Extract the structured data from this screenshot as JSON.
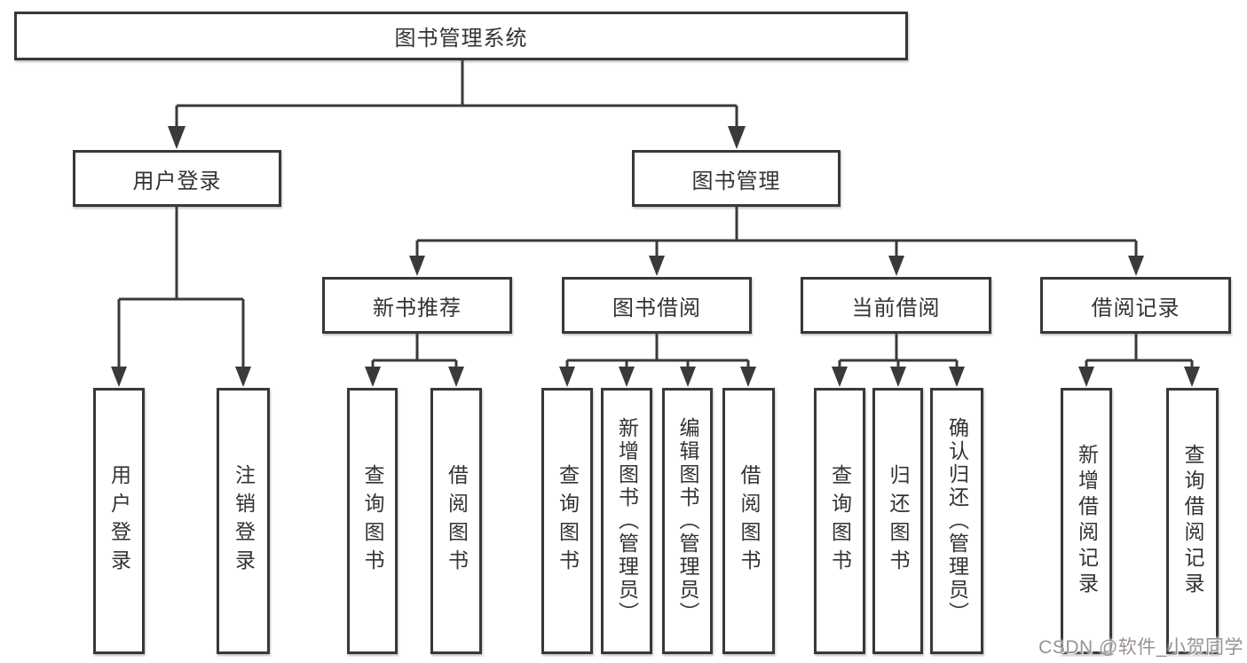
{
  "diagram": {
    "title": "图书管理系统",
    "tree": {
      "root_label": "图书管理系统",
      "branches": [
        {
          "label": "用户登录",
          "leaves": [
            "用户登录",
            "注销登录"
          ]
        },
        {
          "label": "图书管理",
          "sections": [
            {
              "label": "新书推荐",
              "leaves": [
                "查询图书",
                "借阅图书"
              ]
            },
            {
              "label": "图书借阅",
              "leaves": [
                "查询图书",
                "新增图书（管理员）",
                "编辑图书（管理员）",
                "借阅图书"
              ]
            },
            {
              "label": "当前借阅",
              "leaves": [
                "查询图书",
                "归还图书",
                "确认归还（管理员）"
              ]
            },
            {
              "label": "借阅记录",
              "leaves": [
                "新增借阅记录",
                "查询借阅记录"
              ]
            }
          ]
        }
      ]
    },
    "colors": {
      "line": "#3a3a3a",
      "box_border": "#383838",
      "text": "#333333",
      "background": "#ffffff",
      "watermark": "#989191"
    }
  },
  "watermark": {
    "text": "CSDN @软件_小贺同学"
  }
}
